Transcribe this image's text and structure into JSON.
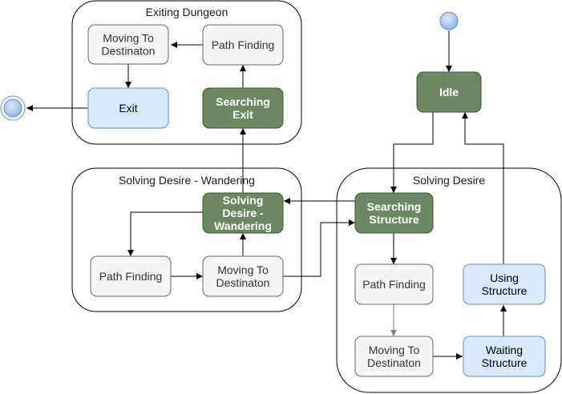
{
  "groups": {
    "exiting_dungeon": {
      "title": "Exiting Dungeon"
    },
    "wandering": {
      "title": "Solving Desire - Wandering"
    },
    "solving_desire": {
      "title": "Solving Desire"
    }
  },
  "nodes": {
    "ed_moving": {
      "lines": [
        "Moving To",
        "Destinaton"
      ]
    },
    "ed_pathfinding": {
      "lines": [
        "Path Finding"
      ]
    },
    "ed_exit": {
      "lines": [
        "Exit"
      ]
    },
    "ed_searching_exit": {
      "lines": [
        "Searching",
        "Exit"
      ]
    },
    "idle": {
      "lines": [
        "Idle"
      ]
    },
    "w_solving": {
      "lines": [
        "Solving",
        "Desire -",
        "Wandering"
      ]
    },
    "w_pathfinding": {
      "lines": [
        "Path Finding"
      ]
    },
    "w_moving": {
      "lines": [
        "Moving To",
        "Destinaton"
      ]
    },
    "sd_searching": {
      "lines": [
        "Searching",
        "Structure"
      ]
    },
    "sd_pathfinding": {
      "lines": [
        "Path Finding"
      ]
    },
    "sd_using": {
      "lines": [
        "Using",
        "Structure"
      ]
    },
    "sd_moving": {
      "lines": [
        "Moving To",
        "Destinaton"
      ]
    },
    "sd_waiting": {
      "lines": [
        "Waiting",
        "Structure"
      ]
    }
  },
  "colors": {
    "gray_fill": "#f5f5f5",
    "gray_stroke": "#666666",
    "gray_text": "#333333",
    "green_fill": "#6d8764",
    "green_stroke": "#3a5431",
    "green_text": "#ffffff",
    "blue_fill": "#dae8fc",
    "blue_stroke": "#6c8ebf",
    "blue_text": "#000000",
    "pseudo_fill": "#a9c4eb",
    "pseudo_stroke": "#6c8ebf"
  }
}
